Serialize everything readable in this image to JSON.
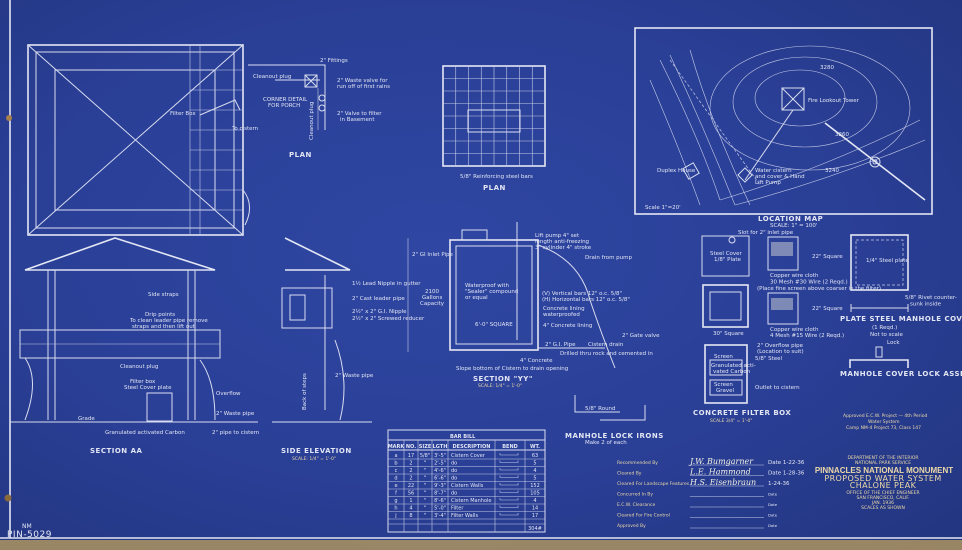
{
  "document": {
    "drawing_number_prefix": "NM",
    "drawing_number": "PIN-5029"
  },
  "plan_views": {
    "roof_plan_label": "PLAN",
    "fittings_note": "2\" Fittings",
    "cleanout_plug": "Cleanout plug",
    "cleanout_plug_2": "Cleanout plug",
    "corner_detail": "CORNER DETAIL",
    "for_porch": "FOR PORCH",
    "waste_valve_1": "2\" Waste valve for",
    "waste_valve_2": "run off of first rains",
    "valve_filter_1": "2\" Valve to filter",
    "valve_filter_2": "in Basement",
    "to_cistern": "To cistern",
    "filter_box": "Filter Box",
    "cistern_plan_label": "PLAN",
    "reinforcing_note": "5/8\" Reinforcing steel bars"
  },
  "section_aa": {
    "label": "SECTION AA",
    "gutter_note": "Side straps",
    "drip_points_1": "Drip points",
    "drip_points_2": "To clean leader pipe remove",
    "drip_points_3": "straps and then lift out",
    "cleanout_plug": "Cleanout plug",
    "filter_box_1": "Filter box",
    "filter_box_2": "Steel Cover plate",
    "overflow": "Overflow",
    "waste_pipe": "2\" Waste pipe",
    "grade": "Grade",
    "carbon": "Granulated activated Carbon",
    "pipe_to_cistern": "2\" pipe to cistern"
  },
  "side_elevation": {
    "label": "SIDE ELEVATION",
    "scale": "SCALE: 1/4\" = 1'-0\"",
    "lead_nipple": "1½ Lead Nipple in gutter",
    "leader": "2\" Cast leader pipe",
    "nipple": "2½\" x 2\" G.I. Nipple",
    "reducer": "2½\" x 2\" Screwed reducer",
    "waste_pipe": "2\" Waste pipe",
    "back_of_steps": "Back of steps"
  },
  "section_yy": {
    "label": "SECTION \"YY\"",
    "scale": "SCALE: 1/4\" = 1'-0\"",
    "lift_pump_1": "Lift pump 4\" set",
    "lift_pump_2": "length anti-freezing",
    "lift_pump_3": "3\" cylinder 4\" stroke",
    "drain_from_pump": "Drain from pump",
    "inlet_pipe": "2\" GI Inlet Pipe",
    "capacity_1": "2100",
    "capacity_2": "Gallons",
    "capacity_3": "Capacity",
    "waterproof_1": "Waterproof with",
    "waterproof_2": "\"Sealer\" compound",
    "waterproof_3": "or equal",
    "vertical_bars": "(V) Vertical bars 12\" o.c. 5/8\"",
    "horizontal_bars": "(H) Horizontal bars 12\" o.c. 5/8\"",
    "lining_1": "Concrete lining",
    "lining_2": "waterproofed",
    "concrete_lining": "4\" Concrete lining",
    "square": "6'-0\" SQUARE",
    "gi_pipe": "2\" G.I. Pipe",
    "cistern_drain": "Cistern drain",
    "gate_valve": "2\" Gate valve",
    "drilled": "Drilled thru rock and cemented in",
    "concrete": "4\" Concrete",
    "slope": "Slope bottom of Cistern to drain opening"
  },
  "bar_bill": {
    "title": "BAR BILL",
    "headers": [
      "MARK",
      "NO.",
      "SIZE",
      "LGTH",
      "DESCRIPTION",
      "BEND",
      "WT."
    ],
    "rows": [
      [
        "a",
        "17",
        "5/8\"",
        "3'-5\"",
        "Cistern Cover",
        "",
        "63"
      ],
      [
        "b",
        "2",
        "\"",
        "2'-5\"",
        "do",
        "",
        "5"
      ],
      [
        "c",
        "2",
        "\"",
        "4'-6\"",
        "do",
        "",
        "4"
      ],
      [
        "d",
        "2",
        "\"",
        "6'-6\"",
        "do",
        "",
        "5"
      ],
      [
        "e",
        "22",
        "\"",
        "9'-3\"",
        "Cistern Walls",
        "",
        "152"
      ],
      [
        "f",
        "56",
        "\"",
        "8'-7\"",
        "do",
        "",
        "105"
      ],
      [
        "g",
        "1",
        "\"",
        "8'-6\"",
        "Cistern Manhole",
        "",
        "4"
      ],
      [
        "h",
        "4",
        "\"",
        "5'-0\"",
        "Filter",
        "",
        "14"
      ],
      [
        "j",
        "8",
        "\"",
        "3'-4\"",
        "Filter Walls",
        "",
        "17"
      ]
    ],
    "total": "304#"
  },
  "manhole_lock_irons": {
    "label": "MANHOLE LOCK IRONS",
    "note": "Make 2 of each",
    "round": "5/8\" Round"
  },
  "approvals": [
    {
      "label": "Recommended By",
      "signature": "J.W. Bumgarner",
      "date": "Date 1-22-36"
    },
    {
      "label": "Cleared By",
      "signature": "L.E. Hammond",
      "date": "Date 1-28-36"
    },
    {
      "label": "Cleared For Landscape Features",
      "signature": "H.S. Eisenbraun",
      "date": "1-24-36"
    },
    {
      "label": "Concurred In By",
      "signature": "",
      "date": "Date"
    },
    {
      "label": "E.C.W. Clearance",
      "signature": "",
      "date": "Date"
    },
    {
      "label": "Cleared For Fire Control",
      "signature": "",
      "date": "Date"
    },
    {
      "label": "Approved By",
      "signature": "",
      "date": "Date"
    }
  ],
  "location_map": {
    "label": "LOCATION MAP",
    "scale": "SCALE: 1\" = 100'",
    "fire_lookout": "Fire Lookout Tower",
    "duplex_house": "Duplex House",
    "cistern_note_1": "Water cistern",
    "cistern_note_2": "and cover & Hand",
    "cistern_note_3": "Lift Pump",
    "contour_1": "3280",
    "contour_2": "3260",
    "contour_3": "3240",
    "map_scale": "Scale 1\"=20'"
  },
  "filter_box": {
    "label": "CONCRETE FILTER BOX",
    "scale": "SCALE 3/4\" = 1'-0\"",
    "slot_note": "Slot for 2\" inlet pipe",
    "steel_cover_1": "Steel Cover",
    "steel_cover_2": "1/8\" Plate",
    "square_1": "22\" Square",
    "square_2": "22\" Square",
    "copper_1a": "Copper wire cloth",
    "copper_1b": "30 Mesh #30 Wire (2 Reqd.)",
    "copper_1c": "(Place fine screen above coarser in the filter)",
    "copper_2a": "Copper wire cloth",
    "copper_2b": "4 Mesh #15 Wire (2 Reqd.)",
    "thirty_square": "30\" Square",
    "overflow_1": "2\" Overflow pipe",
    "overflow_2": "(Location to suit)",
    "steel": "5/8\" Steel",
    "screen": "Screen",
    "carbon_1": "Granulated acti-",
    "carbon_2": "vated Carbon",
    "screen_2": "Screen",
    "gravel": "Gravel",
    "outlet": "Outlet to cistern"
  },
  "manhole_cover": {
    "label": "PLATE STEEL MANHOLE COVER",
    "qty": "(1 Reqd.)",
    "scale": "Not to scale",
    "plate": "1/4\" Steel plate",
    "bolts_1": "5/8\" Rivet counter-",
    "bolts_2": "sunk inside",
    "lock": "Lock",
    "lock_label": "MANHOLE COVER LOCK ASSEMBLY"
  },
  "project_note": {
    "line1": "Approved E.C.W. Project — 4th Period",
    "line2": "Water System",
    "line3": "Camp NM-4 Project 73, Class 147"
  },
  "title_block": {
    "dept": "DEPARTMENT OF THE INTERIOR",
    "service": "NATIONAL PARK SERVICE",
    "title": "PINNACLES NATIONAL MONUMENT",
    "subtitle": "PROPOSED WATER SYSTEM",
    "location": "CHALONE PEAK",
    "office": "OFFICE OF THE CHIEF ENGINEER",
    "city": "SAN FRANCISCO, CALIF.",
    "date": "JAN. 1936",
    "scale": "SCALES AS SHOWN"
  },
  "colors": {
    "paper": "#2a3f96",
    "linework": "#d9ddf0",
    "title_ink": "#ecd9a8"
  }
}
